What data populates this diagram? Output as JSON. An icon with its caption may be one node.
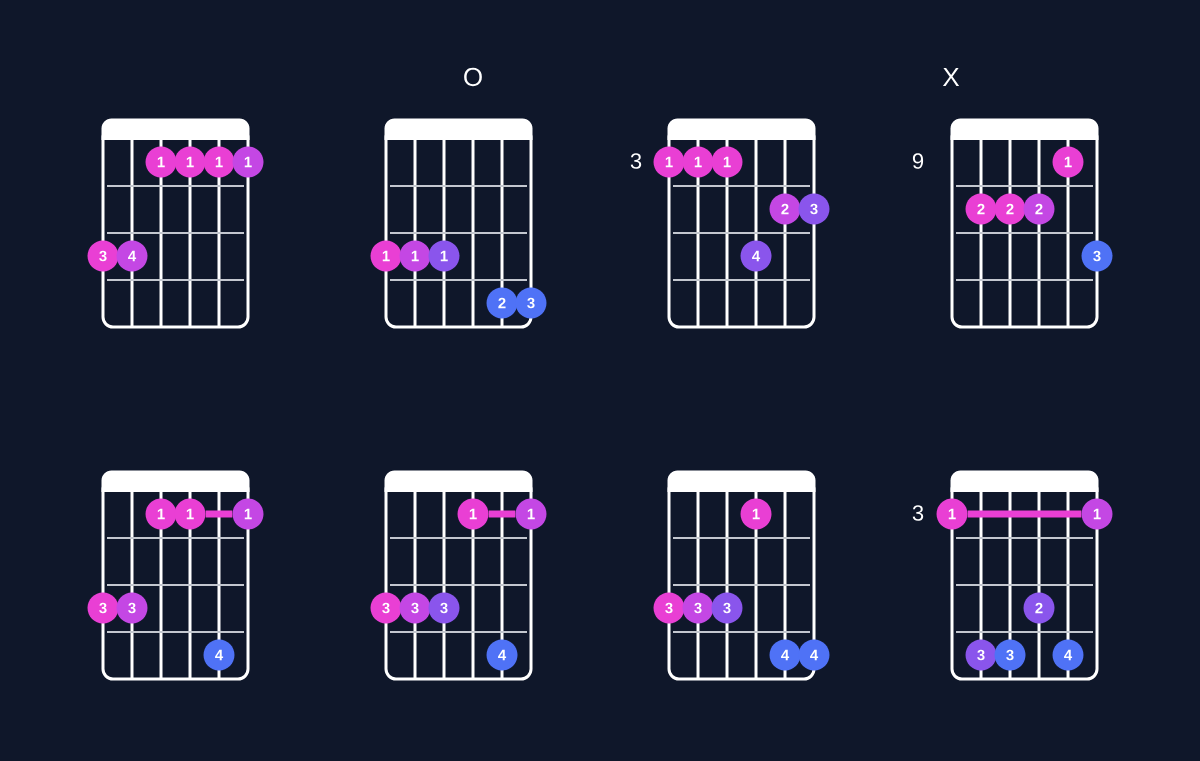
{
  "diagram": {
    "nodes": [
      {
        "text": [
          "1"
        ]
      },
      {
        "text": [
          "1"
        ]
      },
      {
        "text": [
          "1"
        ]
      },
      {
        "text": [
          "1"
        ]
      },
      {
        "text": [
          "3"
        ]
      },
      {
        "text": [
          "4"
        ]
      },
      {
        "text": [
          "1"
        ]
      },
      {
        "text": [
          "1"
        ]
      },
      {
        "text": [
          "1"
        ]
      },
      {
        "text": [
          "2"
        ]
      },
      {
        "text": [
          "3"
        ]
      },
      {
        "text": [
          "1"
        ]
      },
      {
        "text": [
          "1"
        ]
      },
      {
        "text": [
          "1"
        ]
      },
      {
        "text": [
          "2"
        ]
      },
      {
        "text": [
          "3"
        ]
      },
      {
        "text": [
          "4"
        ]
      },
      {
        "text": [
          "1"
        ]
      },
      {
        "text": [
          "2"
        ]
      },
      {
        "text": [
          "2"
        ]
      },
      {
        "text": [
          "2"
        ]
      },
      {
        "text": [
          "3"
        ]
      },
      {
        "text": [
          "1"
        ]
      },
      {
        "text": [
          "1"
        ]
      },
      {
        "text": [
          "1"
        ]
      },
      {
        "text": [
          "3"
        ]
      },
      {
        "text": [
          "3"
        ]
      },
      {
        "text": [
          "4"
        ]
      },
      {
        "text": [
          "1"
        ]
      },
      {
        "text": [
          "1"
        ]
      },
      {
        "text": [
          "3"
        ]
      },
      {
        "text": [
          "3"
        ]
      },
      {
        "text": [
          "3"
        ]
      },
      {
        "text": [
          "4"
        ]
      },
      {
        "text": [
          "1"
        ]
      },
      {
        "text": [
          "3"
        ]
      },
      {
        "text": [
          "3"
        ]
      },
      {
        "text": [
          "3"
        ]
      },
      {
        "text": [
          "4"
        ]
      },
      {
        "text": [
          "4"
        ]
      },
      {
        "text": [
          "1"
        ]
      },
      {
        "text": [
          "1"
        ]
      },
      {
        "text": [
          "2"
        ]
      },
      {
        "text": [
          "3"
        ]
      },
      {
        "text": [
          "3"
        ]
      },
      {
        "text": [
          "4"
        ]
      }
    ],
    "edges": [
      {
        "from": 23,
        "to": 24,
        "arrow": "none"
      },
      {
        "from": 28,
        "to": 29,
        "arrow": "none"
      },
      {
        "from": 40,
        "to": 41,
        "arrow": "none"
      }
    ],
    "labels": [
      "O",
      "X",
      "3",
      "9",
      "3"
    ]
  }
}
